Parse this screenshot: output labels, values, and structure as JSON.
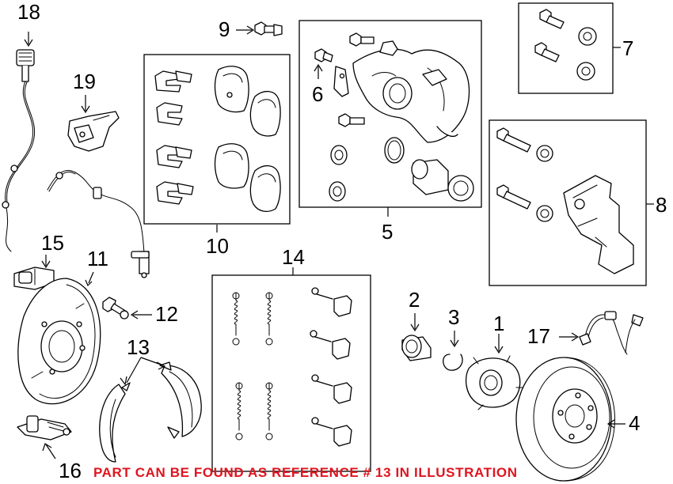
{
  "diagram": {
    "callouts": {
      "c1": "1",
      "c2": "2",
      "c3": "3",
      "c4": "4",
      "c5": "5",
      "c6": "6",
      "c7": "7",
      "c8": "8",
      "c9": "9",
      "c10": "10",
      "c11": "11",
      "c12": "12",
      "c13": "13",
      "c14": "14",
      "c15": "15",
      "c16": "16",
      "c17": "17",
      "c18": "18",
      "c19": "19"
    },
    "note": "PART CAN BE FOUND AS REFERENCE # 13 IN ILLUSTRATION",
    "note_color": "#e0141e"
  }
}
